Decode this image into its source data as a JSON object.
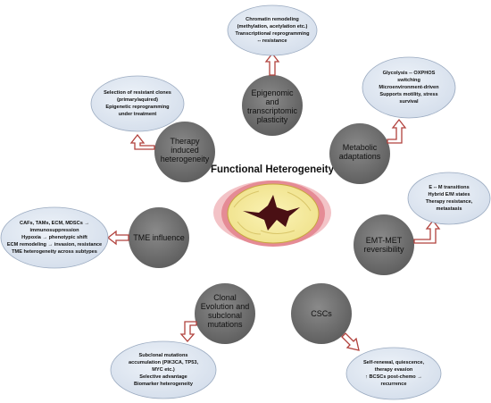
{
  "title": "Functional Heterogeneity",
  "nodes": {
    "epigenomic": {
      "label": [
        "Epigenomic",
        "and",
        "transcriptomic",
        "plasticity"
      ],
      "detail": [
        "Chromatin remodeling",
        "(methylation, acetylation etc.)",
        "Transcriptional reprogramming",
        "-- resistance"
      ]
    },
    "metabolic": {
      "label": [
        "Metabolic",
        "adaptations"
      ],
      "detail": [
        "Glycolysis -- OXPHOS",
        "switching",
        "Microenvironment-driven",
        "Supports motility, stress",
        "survival"
      ]
    },
    "emt": {
      "label": [
        "EMT-MET",
        "reversibility"
      ],
      "detail": [
        "E -- M transitions",
        "Hybrid E/M states",
        "Therapy resistance,",
        "metastasis"
      ]
    },
    "cscs": {
      "label": [
        "CSCs"
      ],
      "detail": [
        "Self-renewal, quiescence,",
        "therapy evasion",
        "↑ BCSCs post-chemo →",
        "recurrence"
      ]
    },
    "clonal": {
      "label": [
        "Clonal",
        "Evolution and",
        "subclonal",
        "mutations"
      ],
      "detail": [
        "Subclonal mutations",
        "accumulation (PIK3CA, TP53,",
        "MYC etc.)",
        "Selective advantage",
        "Biomarker heterogeneity"
      ]
    },
    "tme": {
      "label": [
        "TME influence"
      ],
      "detail": [
        "CAFs, TAMs, ECM, MDSCs →",
        "immunosuppression",
        "Hypoxia → phenotypic shift",
        "ECM remodeling → invasion, resistance",
        "TME heterogeneity across subtypes"
      ]
    },
    "therapy": {
      "label": [
        "Therapy",
        "induced",
        "heterogeneity"
      ],
      "detail": [
        "Selection of resistant clones",
        "(primary/aquired)",
        "Epigenetic reprogramming",
        "under treatment"
      ]
    }
  },
  "colors": {
    "gray_node": "#6b6b6b",
    "bubble_fill": "#dde6f1",
    "bubble_stroke": "#9aaac0",
    "arrow_stroke": "#b1413c",
    "cell_outer": "#e8a3aa",
    "cell_yellow": "#f6ec9c"
  }
}
